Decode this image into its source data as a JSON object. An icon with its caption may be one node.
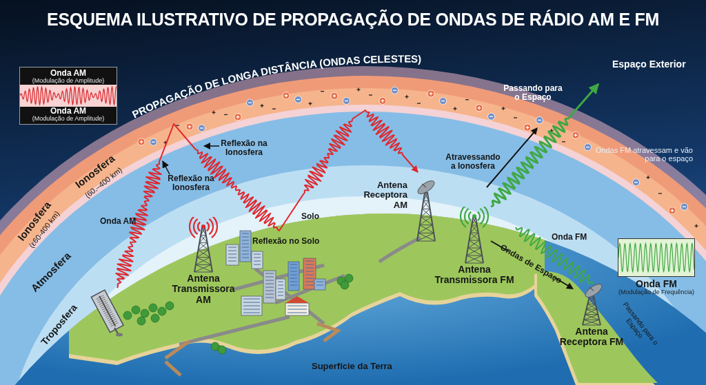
{
  "diagram": {
    "title": "ESQUEMA ILUSTRATIVO DE PROPAGAÇÃO DE ONDAS DE RÁDIO AM E FM",
    "nodes": [
      {
        "text": [
          "Onda AM",
          "(Modulação de Amplitude)",
          "Onda AM",
          "(Modulação de Amplitude)"
        ]
      },
      {
        "text": [
          "Onda FM",
          "(Modulação de Frequência)"
        ]
      },
      {
        "text": [
          "Antena Transmissora AM"
        ]
      },
      {
        "text": [
          "Antena Receptora AM"
        ]
      },
      {
        "text": [
          "Antena Transmissora FM"
        ]
      },
      {
        "text": [
          "Antena Receptora FM"
        ]
      },
      {
        "text": [
          "Reflexão na Ionosfera"
        ]
      },
      {
        "text": [
          "Reflexão na Ionosfera"
        ]
      },
      {
        "text": [],
        "shape": "picture"
      }
    ],
    "edges": [
      {
        "from": 8,
        "to": 3,
        "arrow": "to",
        "color": "#e0262c"
      },
      {
        "from": 4,
        "to": null,
        "arrow": "to",
        "color": "#3fa844"
      },
      {
        "from": 4,
        "to": 5,
        "arrow": "none",
        "color": "#3fa844"
      },
      {
        "from": 6,
        "to": null,
        "arrow": "to",
        "color": "#111111"
      },
      {
        "from": 7,
        "to": null,
        "arrow": "to",
        "color": "#111111"
      }
    ],
    "labels": [
      "Espaço Exterior",
      "PROPAGAÇÃO DE LONGA DISTÂNCIA (ONDAS CELESTES)",
      "Passando para o Espaço",
      "Ondas FM atravessam e vão para o espaço",
      "Atravessando a Ionosfera",
      "Ionosfera",
      "(60.–400 km)",
      "Ionosfera",
      "(ε60-400 km)",
      "Onda AM",
      "Solo",
      "Onda FM",
      "Reflexão no Solo",
      "Ondas de Espaço",
      "Atmosfera",
      "Passando para o Espaço",
      "Troposfera",
      "Superfície da Terra"
    ]
  }
}
